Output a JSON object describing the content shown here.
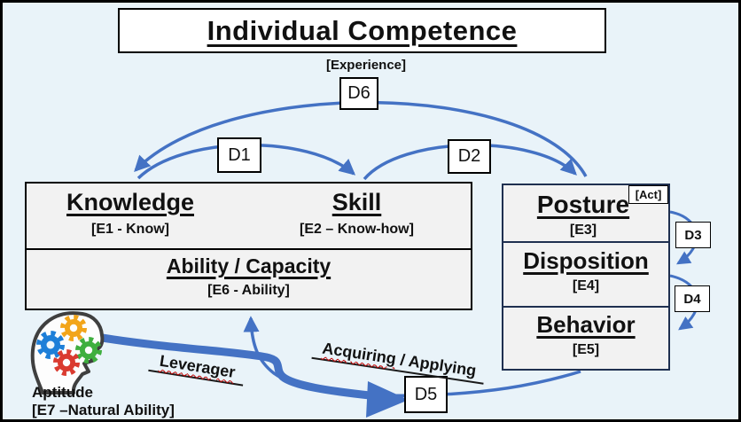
{
  "title": "Individual Competence",
  "experience_label": "[Experience]",
  "connectors": {
    "d1": "D1",
    "d2": "D2",
    "d3": "D3",
    "d4": "D4",
    "d5": "D5",
    "d6": "D6"
  },
  "left_box": {
    "knowledge": {
      "title": "Knowledge",
      "tag": "[E1 - Know]"
    },
    "skill": {
      "title": "Skill",
      "tag": "[E2 – Know-how]"
    },
    "ability": {
      "title": "Ability / Capacity",
      "tag": "[E6 - Ability]"
    }
  },
  "right_box": {
    "act_tag": "[Act]",
    "posture": {
      "title": "Posture",
      "tag": "[E3]"
    },
    "disposition": {
      "title": "Disposition",
      "tag": "[E4]"
    },
    "behavior": {
      "title": "Behavior",
      "tag": "[E5]"
    }
  },
  "aptitude": {
    "title": "Aptitude",
    "tag": "[E7 –Natural Ability]"
  },
  "flow_labels": {
    "leverager": "Leverager",
    "acquiring": "Acquiring",
    "applying": " / Applying"
  },
  "colors": {
    "arrow_blue": "#4472c4",
    "background": "#e9f3f9",
    "box_fill": "#f2f2f2",
    "right_box_border": "#1f3050",
    "gear_orange": "#f2a51a",
    "gear_blue": "#1e7fd8",
    "gear_green": "#3faf3f",
    "gear_red": "#da3b30",
    "misspell_red": "#c00000"
  }
}
